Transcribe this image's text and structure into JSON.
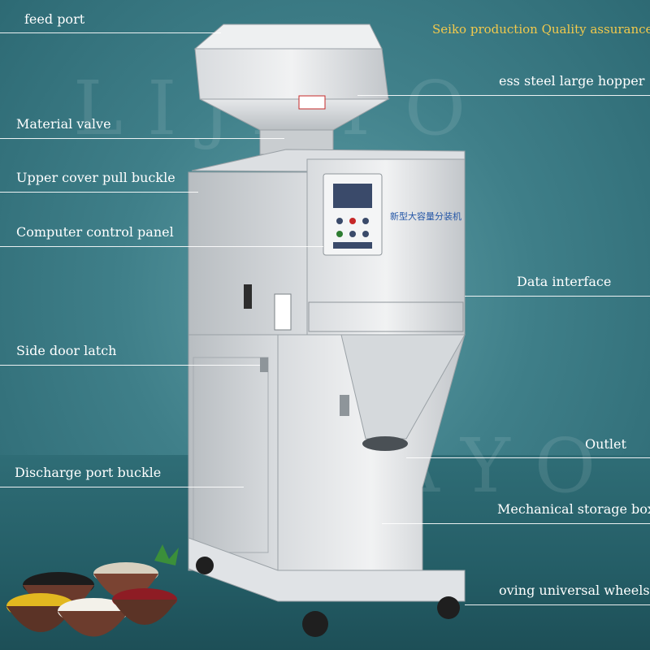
{
  "brand": {
    "tagline": "Seiko production  Quality assurance",
    "color": "#f2c94c"
  },
  "watermark": "LIJAYO",
  "panel": {
    "badge": "新型大容量分装机"
  },
  "labels": {
    "feed_port": "feed port",
    "hopper": "ess steel large hopper",
    "material_valve": "Material valve",
    "upper_cover": "Upper cover pull buckle",
    "control_panel": "Computer control panel",
    "data_interface": "Data interface",
    "side_door": "Side door latch",
    "outlet": "Outlet",
    "discharge_buckle": "Discharge port buckle",
    "storage_box": "Mechanical storage box",
    "wheels": "oving universal wheels"
  },
  "colors": {
    "background": "#3f7f89",
    "steel": "#cfd3d6",
    "screen": "#3a4a6a"
  }
}
